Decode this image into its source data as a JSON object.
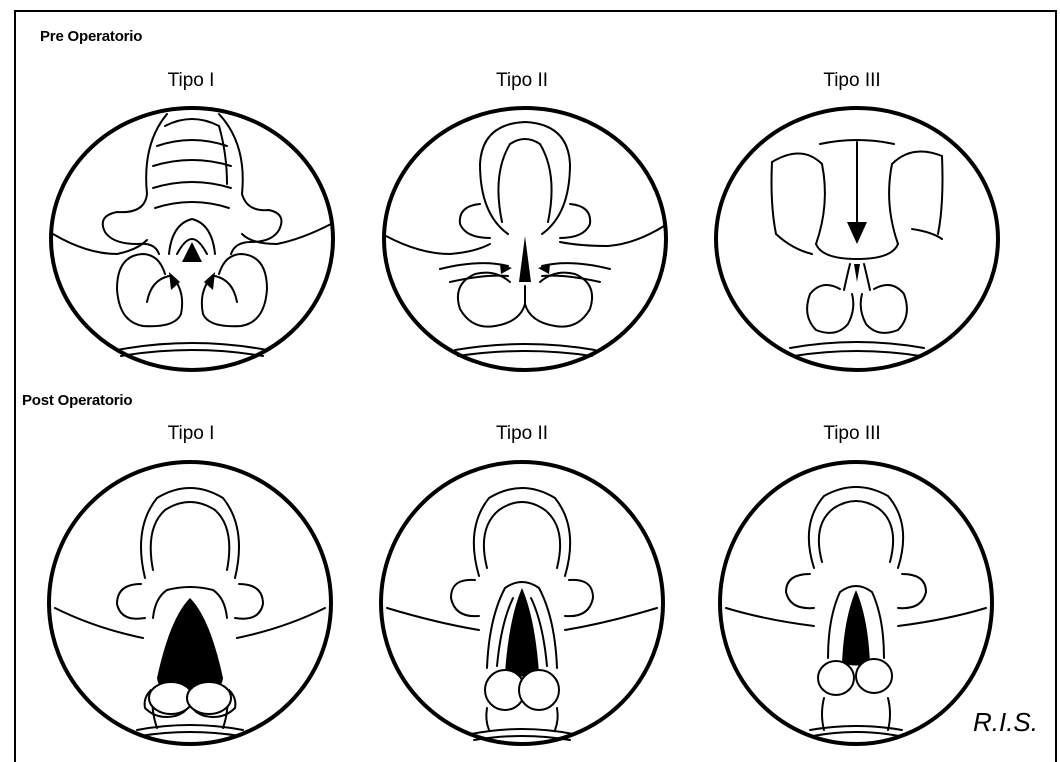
{
  "sections": {
    "pre": {
      "title": "Pre Operatorio",
      "types": [
        "Tipo I",
        "Tipo II",
        "Tipo III"
      ]
    },
    "post": {
      "title": "Post Operatorio",
      "types": [
        "Tipo I",
        "Tipo II",
        "Tipo III"
      ]
    }
  },
  "credit": "R.I.S.",
  "colors": {
    "ink": "#000000",
    "paper": "#ffffff"
  }
}
